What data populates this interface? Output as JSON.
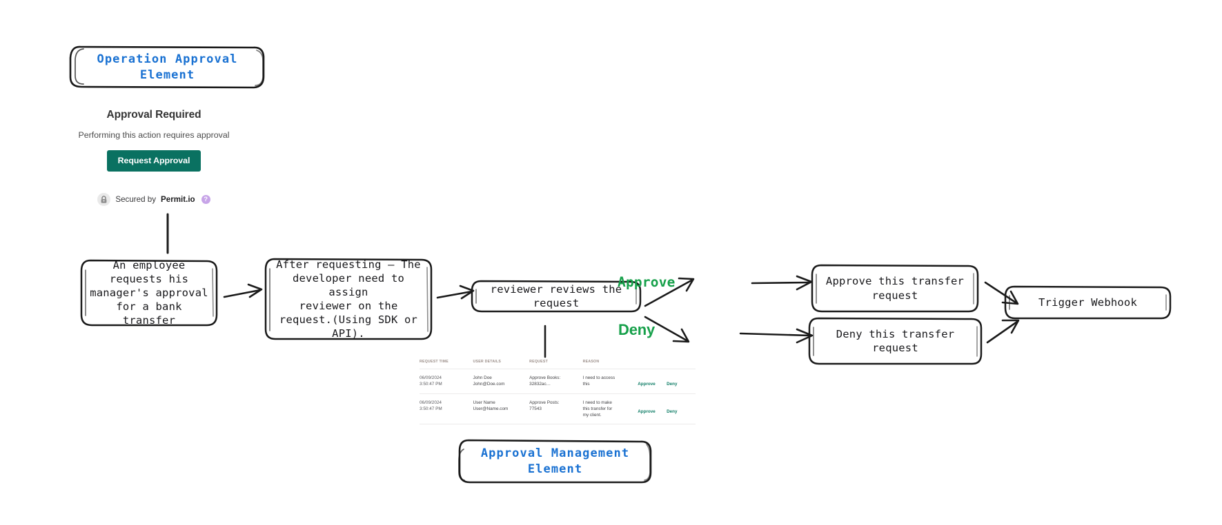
{
  "diagram": {
    "title_nodes": [
      {
        "id": "operation-approval-element",
        "text": "Operation Approval Element"
      },
      {
        "id": "approval-management-element",
        "text": "Approval Management Element"
      }
    ],
    "flow_nodes": [
      {
        "id": "employee-request",
        "text": "An employee\nrequests his\nmanager's approval\nfor a bank transfer"
      },
      {
        "id": "assign-reviewer",
        "text": "After requesting – The\ndeveloper need to assign\nreviewer on the\nrequest.(Using SDK or\nAPI)."
      },
      {
        "id": "reviewer-reviews",
        "text": "reviewer reviews the\nrequest"
      },
      {
        "id": "approve-transfer",
        "text": "Approve this transfer\nrequest"
      },
      {
        "id": "deny-transfer",
        "text": "Deny this transfer\nrequest"
      },
      {
        "id": "trigger-webhook",
        "text": "Trigger Webhook"
      }
    ],
    "branch_labels": {
      "approve": "Approve",
      "deny": "Deny"
    },
    "colors": {
      "node_title_blue": "#1971d2",
      "branch_green": "#16a04a",
      "button_teal": "#0a7161",
      "table_link_teal": "#0f7d66",
      "stroke_black": "#1a1a1a"
    }
  },
  "approval_widget": {
    "heading": "Approval Required",
    "subtext": "Performing this action requires approval",
    "button_label": "Request Approval",
    "secured_prefix": "Secured by",
    "secured_brand": "Permit.io",
    "help_badge": "?",
    "lock_icon": "lock-icon"
  },
  "approvals_table": {
    "columns": [
      "REQUEST TIME",
      "USER DETAILS",
      "REQUEST",
      "REASON",
      "",
      ""
    ],
    "rows": [
      {
        "time": "06/09/2024\n3:50:47 PM",
        "user": "John Doe\nJohn@Doe.com",
        "request": "Approve Books:\n32832ac…",
        "reason": "I need to access\nthis",
        "approve_label": "Approve",
        "deny_label": "Deny"
      },
      {
        "time": "06/09/2024\n3:50:47 PM",
        "user": "User Name\nUser@Name.com",
        "request": "Approve Posts:\n77543",
        "reason": "I need to make\nthis transfer for\nmy client.",
        "approve_label": "Approve",
        "deny_label": "Deny"
      }
    ]
  }
}
